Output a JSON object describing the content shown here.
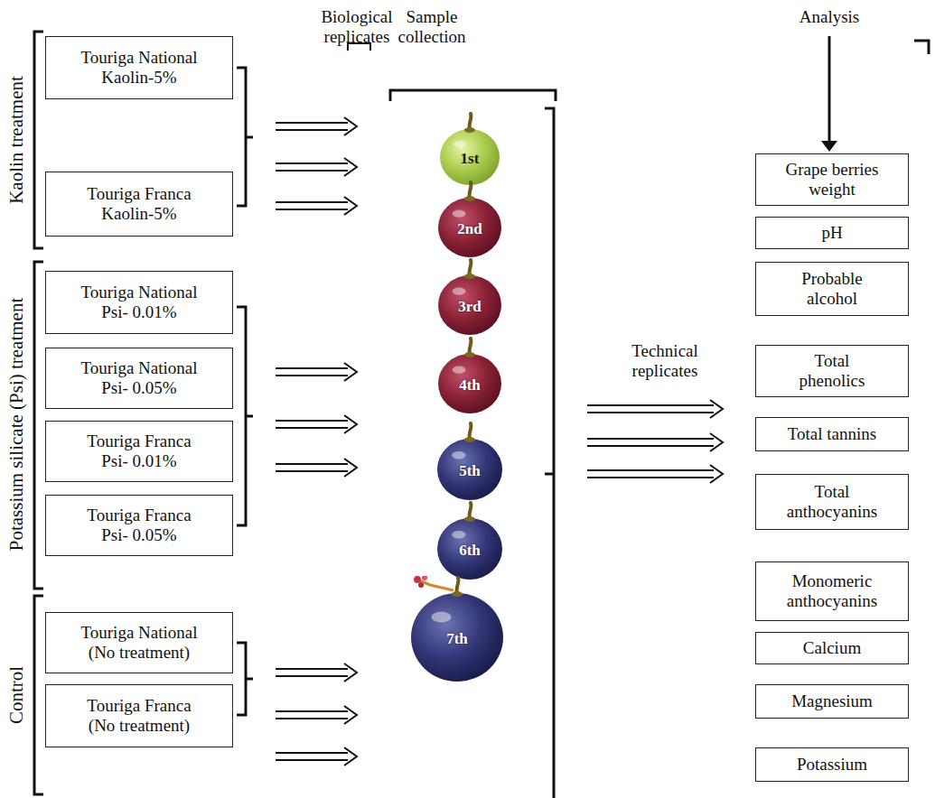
{
  "diagram": {
    "nodes": [
      {
        "text": [
          "Touriga National Kaolin-5%"
        ]
      },
      {
        "text": [
          "Touriga Franca Kaolin-5%"
        ]
      },
      {
        "text": [
          "Touriga National Psi- 0.01%"
        ]
      },
      {
        "text": [
          "Touriga National Psi- 0.05%"
        ]
      },
      {
        "text": [
          "Touriga Franca Psi- 0.01%"
        ]
      },
      {
        "text": [
          "Touriga Franca Psi- 0.05%"
        ]
      },
      {
        "text": [
          "Touriga National (No treatment)"
        ]
      },
      {
        "text": [
          "Touriga Franca (No treatment)"
        ]
      },
      {
        "text": [
          "1st"
        ]
      },
      {
        "text": [
          "2nd"
        ]
      },
      {
        "text": [
          "3rd"
        ]
      },
      {
        "text": [
          "4th"
        ]
      },
      {
        "text": [
          "5th"
        ]
      },
      {
        "text": [
          "6th"
        ]
      },
      {
        "text": [
          "7th"
        ]
      },
      {
        "text": [
          "Grape berries weight"
        ]
      },
      {
        "text": [
          "pH"
        ]
      },
      {
        "text": [
          "Probable alcohol"
        ]
      },
      {
        "text": [
          "Total phenolics"
        ]
      },
      {
        "text": [
          "Total tannins"
        ]
      },
      {
        "text": [
          "Total anthocyanins"
        ]
      },
      {
        "text": [
          "Monomeric anthocyanins"
        ]
      },
      {
        "text": [
          "Calcium"
        ]
      },
      {
        "text": [
          "Magnesium"
        ]
      },
      {
        "text": [
          "Potassium"
        ]
      }
    ],
    "labels": [
      "Kaolin treatment",
      "Potassium silicate (Psi) treatment",
      "Control",
      "Biological replicates",
      "Sample collection",
      "Technical replicates",
      "Analysis"
    ]
  }
}
